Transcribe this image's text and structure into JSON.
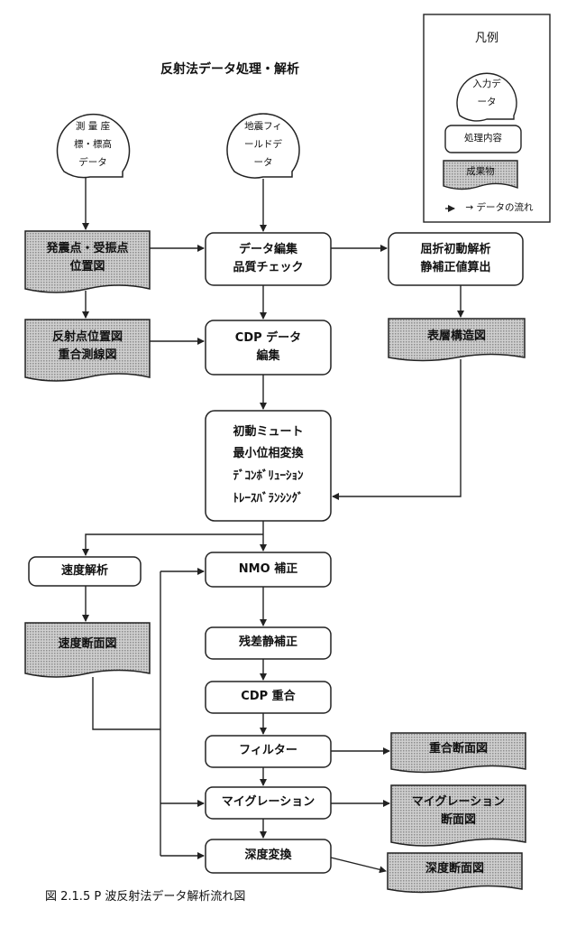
{
  "title": "反射法データ処理・解析",
  "caption": "図 2.1.5 P 波反射法データ解析流れ図",
  "legend": {
    "title": "凡例",
    "input": "入力デ\nータ",
    "process": "処理内容",
    "product": "成果物",
    "arrow": "→ データの流れ"
  },
  "inputs": {
    "survey": "測 量 座\n標・標高\nデータ",
    "seismic": "地震フィ\nールドデ\nータ"
  },
  "processes": {
    "edit": "データ編集\n品質チェック",
    "refraction": "屈折初動解析\n静補正値算出",
    "cdp_edit": "CDP データ\n編集",
    "mute": "初動ミュート\n最小位相変換\nﾃﾞｺﾝﾎﾞﾘｭｰｼｮﾝ\nﾄﾚｰｽﾊﾞﾗﾝｼﾝｸﾞ",
    "velocity": "速度解析",
    "nmo": "NMO 補正",
    "residual": "残差静補正",
    "stack": "CDP 重合",
    "filter": "フィルター",
    "migration": "マイグレーション",
    "depth": "深度変換"
  },
  "products": {
    "shot_receiver": "発震点・受振点\n位置図",
    "reflection_point": "反射点位置図\n重合測線図",
    "surface_layer": "表層構造図",
    "velocity_section": "速度断面図",
    "stack_section": "重合断面図",
    "migration_section": "マイグレーション\n断面図",
    "depth_section": "深度断面図"
  }
}
